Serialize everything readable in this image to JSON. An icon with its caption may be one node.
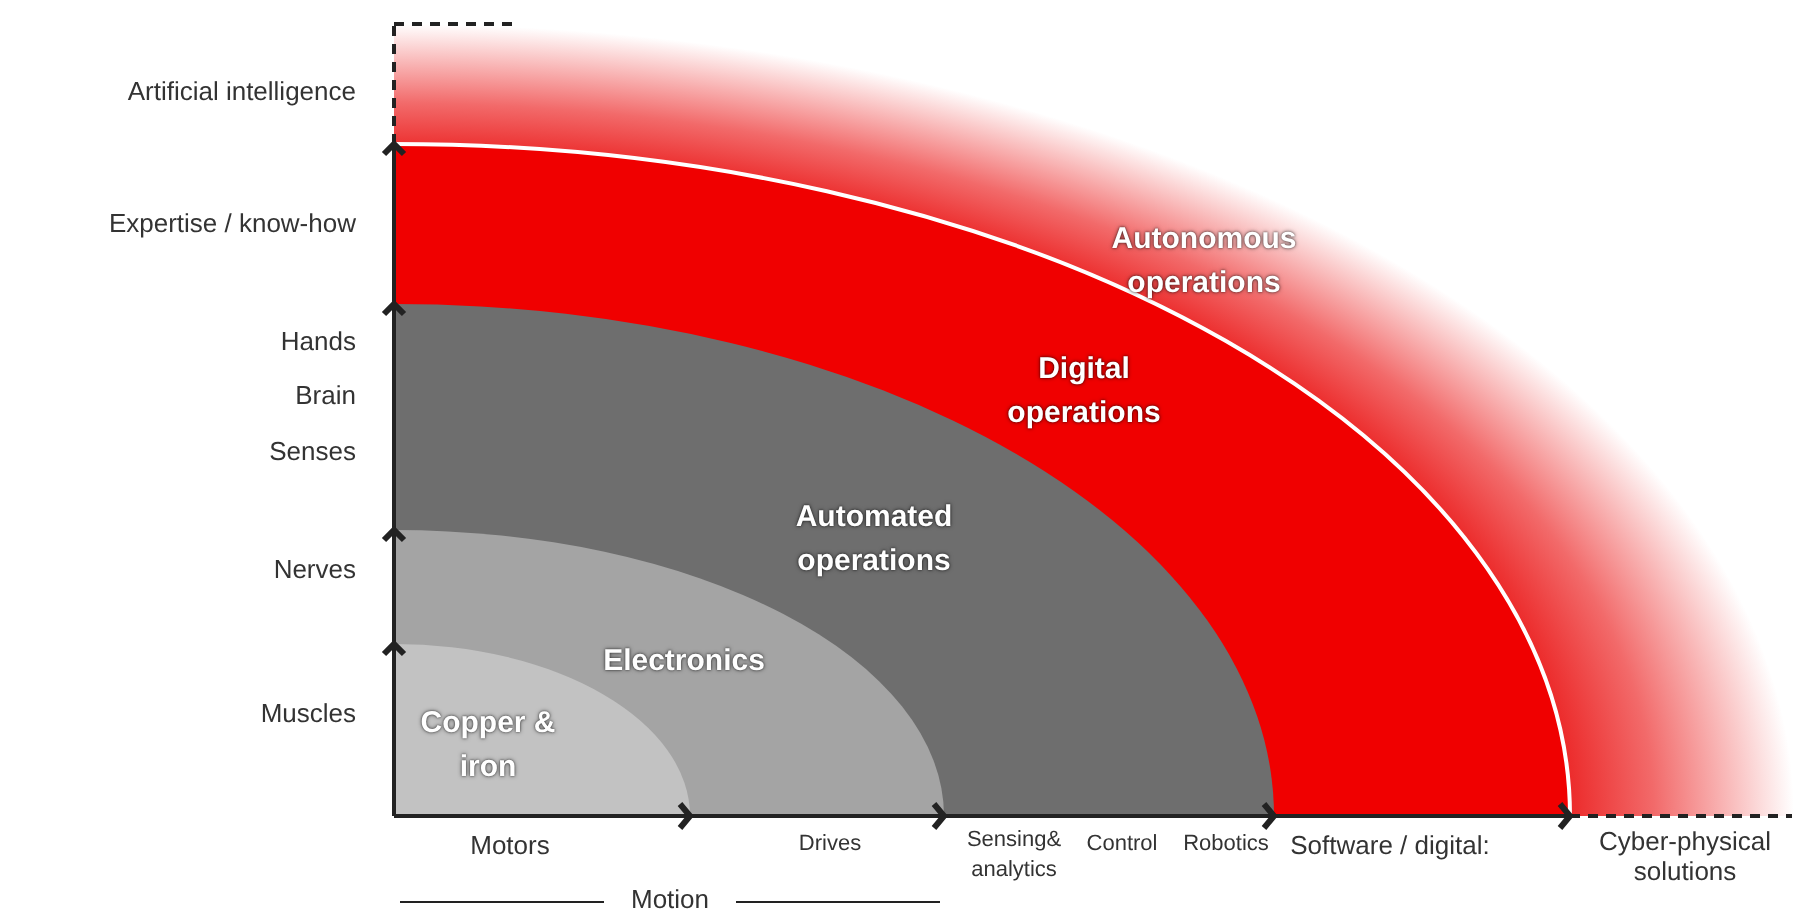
{
  "diagram": {
    "nodes": [
      {
        "text": [
          "Autonomous operations"
        ]
      },
      {
        "text": [
          "Digital operations"
        ],
        "in": 0
      },
      {
        "text": [
          "Automated operations"
        ],
        "in": 1
      },
      {
        "text": [
          "Electronics"
        ],
        "in": 2
      },
      {
        "text": [
          "Copper & iron"
        ],
        "in": 3
      }
    ],
    "labels": [
      "Artificial intelligence",
      "Expertise / know-how",
      "Hands",
      "Brain",
      "Senses",
      "Nerves",
      "Muscles",
      "Motors",
      "Drives",
      "Sensing& analytics",
      "Control",
      "Robotics",
      "Software / digital:",
      "Cyber-physical solutions",
      "Motion"
    ]
  }
}
